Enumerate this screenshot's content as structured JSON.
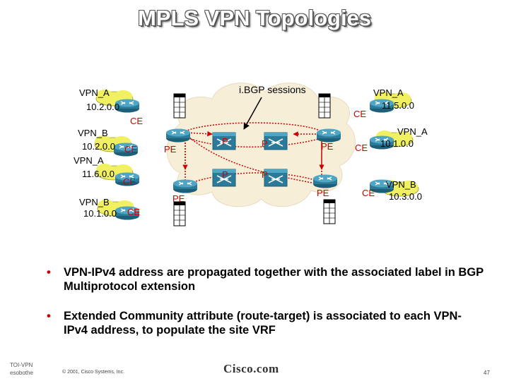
{
  "title": "MPLS VPN Topologies",
  "ibgp_label": "i.BGP sessions",
  "colors": {
    "title": "#ffffff",
    "ce_label": "#cc0000",
    "cloud": "#f7eed8",
    "router": "#2a7a9a",
    "bullet_dot": "#cc0000",
    "session_line": "#cc0000"
  },
  "sites": [
    {
      "vpn": "VPN_A",
      "net": "10.2.0.0"
    },
    {
      "vpn": "VPN_B",
      "net": "10.2.0.0"
    },
    {
      "vpn": "VPN_A",
      "net": "11.6.0.0"
    },
    {
      "vpn": "VPN_B",
      "net": "10.1.0.0"
    },
    {
      "vpn": "VPN_A",
      "net": "11.5.0.0"
    },
    {
      "vpn": "VPN_A",
      "net": "10.1.0.0"
    },
    {
      "vpn": "VPN_B",
      "net": "10.3.0.0"
    }
  ],
  "labels": {
    "ce": "CE",
    "pe": "PE",
    "p": "P"
  },
  "bullets": [
    "VPN-IPv4 address are propagated together with the associated label in BGP Multiprotocol extension",
    "Extended Community attribute (route-target) is associated to each VPN-IPv4 address, to populate the site VRF"
  ],
  "bullet_dot": "•",
  "footer": {
    "left_line1": "TOI-VPN",
    "left_line2": "esobothe",
    "copyright": "© 2001, Cisco Systems, Inc.",
    "logo": "Cisco.com",
    "page": "47"
  },
  "icons": [
    "router-icon",
    "vrf-table-icon",
    "site-cloud-icon",
    "backbone-cloud-icon"
  ]
}
